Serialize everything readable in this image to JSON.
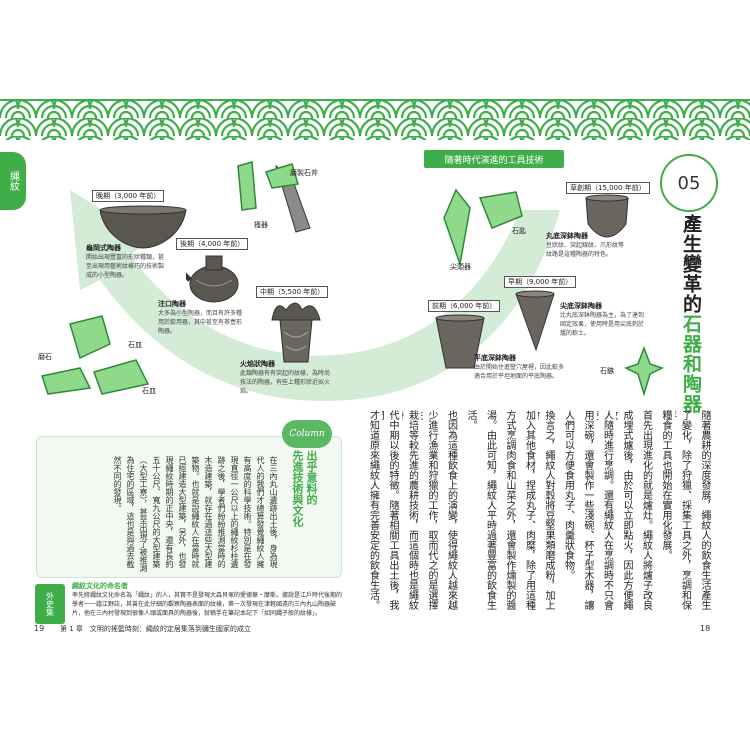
{
  "tab_label": "縄紋",
  "left_diagram": {
    "items": [
      {
        "id": "kame",
        "era": "晚期（3,000 年前）",
        "name": "龜岡式陶器",
        "desc": "開始出現豐富的形狀種類，甚至出現用藝術紋樣巧的技術製成的小型陶器。"
      },
      {
        "id": "chuko",
        "era": "後期（4,000 年前）",
        "name": "注口陶器",
        "desc": "大多為小型陶器，而且有許多種用於飲用器，其中甚至有茶壺形陶器。"
      },
      {
        "id": "kaen",
        "era": "中期（5,500 年前）",
        "name": "火焰狀陶器",
        "desc": "此類陶器有有突起的紋樣，為時尚技法的陶器，有些上種形狀近似火焰。"
      }
    ],
    "stones": {
      "rokuseki": "磨石",
      "ishizara": "石皿",
      "ishizara2": "石皿",
      "sekifu": "磨製石斧",
      "sekki": "搔器"
    }
  },
  "right_diagram": {
    "title": "隨著時代演進的工具技術",
    "items": [
      {
        "id": "maru",
        "era": "草創期（15,000 年前）",
        "name": "丸底深鉢陶器",
        "desc": "豆狀紋、突起線紋、爪形紋等紋路是這種陶器的特色。"
      },
      {
        "id": "togari",
        "era": "早期（9,000 年前）",
        "name": "尖底深鉢陶器",
        "desc": "比丸底深鉢陶器為主，為了達到固定效果，使用時是用尖底刺於爐的軟土。"
      },
      {
        "id": "hira",
        "era": "前期（6,000 年前）",
        "name": "平底深鉢陶器",
        "desc": "由於開始住進豎穴屋裡，因此較多適合用於平坦地面的平底陶器。"
      }
    ],
    "stones": {
      "sekifu": "石匙",
      "sentou": "尖頭器",
      "sekizoku": "石鏃"
    }
  },
  "section": {
    "number": "05",
    "title_part1": "產生變革的",
    "title_part2": "石器和陶器"
  },
  "body_columns": [
    "隨著農耕的深度發展，繩紋人的飲食生活產生",
    "了變化，除了狩獵、採集工具之外，烹調和保存",
    "糧食的工具也開始在實用化發展。",
    "首先出現進化的就是爐灶。繩紋人將爐子改良",
    "成埋式爐後，由於可以立即點火，因此方便繩紋",
    "人隨時進行烹調。還有繩紋人在烹調時不只會使",
    "用深碗，還會製作一些淺碗、杯子型木器，讓",
    "人們可以方便食用丸子、肉羹狀食物。",
    "換言之，繩紋人對穀將豆堅果類磨成粉，加上會",
    "加入其他食材，捏成丸子、肉糜，除了用這種",
    "方式烹調肉食和山菜之外，還會製作燻製的醬",
    "湯。由此可知，繩紋人平時過著豐富的飲食生",
    "活。",
    "也因為這種飲食上的演變，使得繩紋人越來越",
    "少進行漁業和狩獵的工作，取而代之的是選擇性",
    "栽培等較先進的農耕技術，而這個時也是繩紋時",
    "代中期以後的特徵。隨著相關工具出土後，我們",
    "才知道原來繩紋人擁有完善安定的飲食生活。"
  ],
  "column": {
    "tag": "Column",
    "title_line1": "出乎意料的",
    "title_line2": "先進技術與文化",
    "text": "在三內丸山遺跡出土後，身為現代人的我們才總算發覺繩紋人擁有高度的科學技術。特別是在發現直徑一公尺以上的繩紋杉柱遺跡之後，學者們紛紛推測當時的木造建築，就存在過這些大型建築物。也就是說繩紋人在當時就已經建造大型建築，另外，也發現繩紋時期的正中央，還有長約五十公尺、寬九公尺的大型建築（大型工寮），甚至出現了被推測為住宅的區域，這也是與過去截然不同的發現。"
  },
  "aside": {
    "tag": "外史集",
    "title": "繩紋文化的命名者",
    "text": "率先將繩紋文化命名為「繩紋」的人，其實不是發現大森貝塚的愛德華・摩斯。據說是江戶時代後期的學者一一譜江野誌，其曾在此仔細的觀察陶器表面的紋樣，第一次發現在津軽國遠的三內丸山陶器破片，他在三內村發現到很像人頭或面具的陶器後，就稱手在筆記本記下「如同繩子般的紋樣」。"
  },
  "footer": {
    "page_left": "19",
    "page_right": "18",
    "chapter": "第 1 章　文明的搖籃時刻：繩紋的定居集落到彌生國家的成立"
  }
}
